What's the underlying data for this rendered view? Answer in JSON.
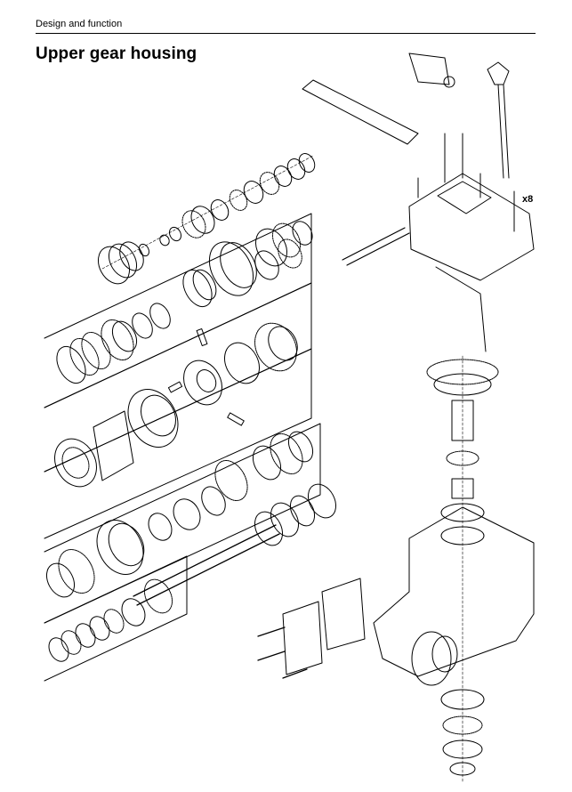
{
  "header": {
    "section": "Design and function"
  },
  "page": {
    "title": "Upper gear housing"
  },
  "callouts": {
    "bolt_quantity": "x8"
  },
  "colors": {
    "ink": "#000000",
    "paper": "#ffffff"
  }
}
